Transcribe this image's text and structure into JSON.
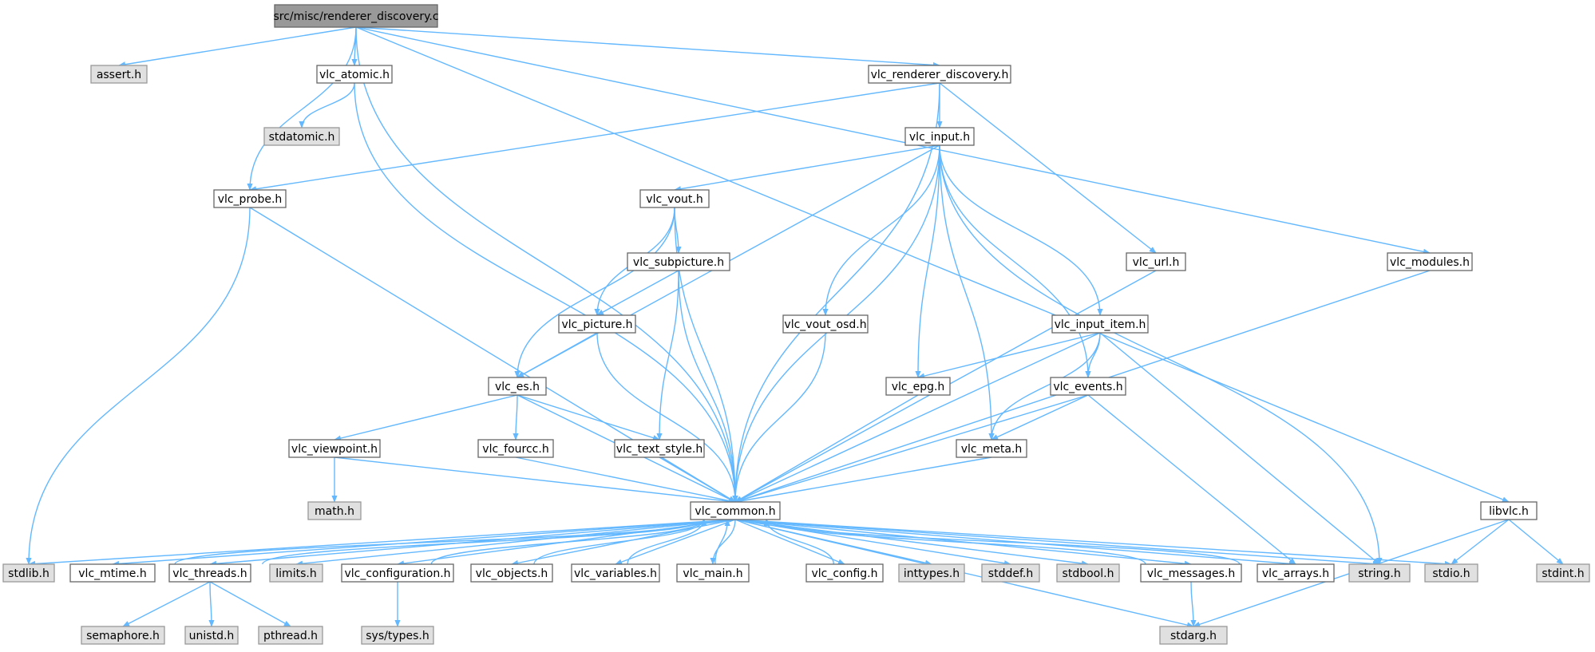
{
  "colors": {
    "edge": "#63b8ff",
    "root_fill": "#999999",
    "root_stroke": "#666666",
    "local_fill": "#ffffff",
    "local_stroke": "#666666",
    "system_fill": "#e0e0e0",
    "system_stroke": "#999999"
  },
  "nodes": [
    {
      "id": "root",
      "label": "src/misc/renderer_discovery.c",
      "kind": "root",
      "interactable": false
    },
    {
      "id": "assert",
      "label": "assert.h",
      "kind": "system"
    },
    {
      "id": "vlc_atomic",
      "label": "vlc_atomic.h",
      "kind": "local"
    },
    {
      "id": "vlc_renderer_discovery",
      "label": "vlc_renderer_discovery.h",
      "kind": "local"
    },
    {
      "id": "stdatomic",
      "label": "stdatomic.h",
      "kind": "system"
    },
    {
      "id": "vlc_input",
      "label": "vlc_input.h",
      "kind": "local"
    },
    {
      "id": "vlc_probe",
      "label": "vlc_probe.h",
      "kind": "local"
    },
    {
      "id": "vlc_vout",
      "label": "vlc_vout.h",
      "kind": "local"
    },
    {
      "id": "vlc_url",
      "label": "vlc_url.h",
      "kind": "local"
    },
    {
      "id": "vlc_modules",
      "label": "vlc_modules.h",
      "kind": "local"
    },
    {
      "id": "vlc_subpicture",
      "label": "vlc_subpicture.h",
      "kind": "local"
    },
    {
      "id": "vlc_picture",
      "label": "vlc_picture.h",
      "kind": "local"
    },
    {
      "id": "vlc_vout_osd",
      "label": "vlc_vout_osd.h",
      "kind": "local"
    },
    {
      "id": "vlc_input_item",
      "label": "vlc_input_item.h",
      "kind": "local"
    },
    {
      "id": "vlc_es",
      "label": "vlc_es.h",
      "kind": "local"
    },
    {
      "id": "vlc_epg",
      "label": "vlc_epg.h",
      "kind": "local"
    },
    {
      "id": "vlc_events",
      "label": "vlc_events.h",
      "kind": "local"
    },
    {
      "id": "vlc_viewpoint",
      "label": "vlc_viewpoint.h",
      "kind": "local"
    },
    {
      "id": "vlc_fourcc",
      "label": "vlc_fourcc.h",
      "kind": "local"
    },
    {
      "id": "vlc_text_style",
      "label": "vlc_text_style.h",
      "kind": "local"
    },
    {
      "id": "vlc_meta",
      "label": "vlc_meta.h",
      "kind": "local"
    },
    {
      "id": "math",
      "label": "math.h",
      "kind": "system"
    },
    {
      "id": "vlc_common",
      "label": "vlc_common.h",
      "kind": "local"
    },
    {
      "id": "libvlc",
      "label": "libvlc.h",
      "kind": "local"
    },
    {
      "id": "stdlib",
      "label": "stdlib.h",
      "kind": "system"
    },
    {
      "id": "vlc_mtime",
      "label": "vlc_mtime.h",
      "kind": "local"
    },
    {
      "id": "vlc_threads",
      "label": "vlc_threads.h",
      "kind": "local"
    },
    {
      "id": "limits",
      "label": "limits.h",
      "kind": "system"
    },
    {
      "id": "vlc_configuration",
      "label": "vlc_configuration.h",
      "kind": "local"
    },
    {
      "id": "vlc_objects",
      "label": "vlc_objects.h",
      "kind": "local"
    },
    {
      "id": "vlc_variables",
      "label": "vlc_variables.h",
      "kind": "local"
    },
    {
      "id": "vlc_main",
      "label": "vlc_main.h",
      "kind": "local"
    },
    {
      "id": "vlc_config",
      "label": "vlc_config.h",
      "kind": "local"
    },
    {
      "id": "inttypes",
      "label": "inttypes.h",
      "kind": "system"
    },
    {
      "id": "stddef",
      "label": "stddef.h",
      "kind": "system"
    },
    {
      "id": "stdbool",
      "label": "stdbool.h",
      "kind": "system"
    },
    {
      "id": "vlc_messages",
      "label": "vlc_messages.h",
      "kind": "local"
    },
    {
      "id": "vlc_arrays",
      "label": "vlc_arrays.h",
      "kind": "local"
    },
    {
      "id": "string",
      "label": "string.h",
      "kind": "system"
    },
    {
      "id": "stdio",
      "label": "stdio.h",
      "kind": "system"
    },
    {
      "id": "stdint",
      "label": "stdint.h",
      "kind": "system"
    },
    {
      "id": "semaphore",
      "label": "semaphore.h",
      "kind": "system"
    },
    {
      "id": "unistd",
      "label": "unistd.h",
      "kind": "system"
    },
    {
      "id": "pthread",
      "label": "pthread.h",
      "kind": "system"
    },
    {
      "id": "sys_types",
      "label": "sys/types.h",
      "kind": "system"
    },
    {
      "id": "stdarg",
      "label": "stdarg.h",
      "kind": "system"
    }
  ],
  "edges": [
    [
      "root",
      "assert"
    ],
    [
      "root",
      "vlc_atomic"
    ],
    [
      "root",
      "vlc_renderer_discovery"
    ],
    [
      "root",
      "vlc_probe"
    ],
    [
      "root",
      "vlc_common"
    ],
    [
      "root",
      "vlc_modules"
    ],
    [
      "root",
      "libvlc"
    ],
    [
      "vlc_atomic",
      "stdatomic"
    ],
    [
      "vlc_atomic",
      "vlc_common"
    ],
    [
      "vlc_renderer_discovery",
      "vlc_input"
    ],
    [
      "vlc_renderer_discovery",
      "vlc_probe"
    ],
    [
      "vlc_renderer_discovery",
      "vlc_url"
    ],
    [
      "vlc_renderer_discovery",
      "vlc_common"
    ],
    [
      "vlc_input",
      "vlc_vout"
    ],
    [
      "vlc_input",
      "vlc_es"
    ],
    [
      "vlc_input",
      "vlc_vout_osd"
    ],
    [
      "vlc_input",
      "vlc_epg"
    ],
    [
      "vlc_input",
      "vlc_meta"
    ],
    [
      "vlc_input",
      "vlc_events"
    ],
    [
      "vlc_input",
      "vlc_input_item"
    ],
    [
      "vlc_input",
      "string"
    ],
    [
      "vlc_input",
      "vlc_common"
    ],
    [
      "vlc_probe",
      "stdlib"
    ],
    [
      "vlc_probe",
      "vlc_common"
    ],
    [
      "vlc_vout",
      "vlc_subpicture"
    ],
    [
      "vlc_vout",
      "vlc_picture"
    ],
    [
      "vlc_vout",
      "vlc_es"
    ],
    [
      "vlc_vout",
      "vlc_common"
    ],
    [
      "vlc_subpicture",
      "vlc_picture"
    ],
    [
      "vlc_subpicture",
      "vlc_text_style"
    ],
    [
      "vlc_subpicture",
      "vlc_common"
    ],
    [
      "vlc_picture",
      "vlc_es"
    ],
    [
      "vlc_picture",
      "vlc_common"
    ],
    [
      "vlc_vout_osd",
      "vlc_common"
    ],
    [
      "vlc_url",
      "vlc_common"
    ],
    [
      "vlc_modules",
      "vlc_common"
    ],
    [
      "vlc_input_item",
      "vlc_epg"
    ],
    [
      "vlc_input_item",
      "vlc_events"
    ],
    [
      "vlc_input_item",
      "vlc_meta"
    ],
    [
      "vlc_input_item",
      "string"
    ],
    [
      "vlc_input_item",
      "vlc_common"
    ],
    [
      "vlc_es",
      "vlc_viewpoint"
    ],
    [
      "vlc_es",
      "vlc_fourcc"
    ],
    [
      "vlc_es",
      "vlc_text_style"
    ],
    [
      "vlc_es",
      "vlc_common"
    ],
    [
      "vlc_epg",
      "vlc_common"
    ],
    [
      "vlc_events",
      "vlc_meta"
    ],
    [
      "vlc_events",
      "vlc_arrays"
    ],
    [
      "vlc_events",
      "vlc_common"
    ],
    [
      "vlc_viewpoint",
      "math"
    ],
    [
      "vlc_viewpoint",
      "vlc_common"
    ],
    [
      "vlc_fourcc",
      "vlc_common"
    ],
    [
      "vlc_text_style",
      "vlc_common"
    ],
    [
      "vlc_meta",
      "vlc_common"
    ],
    [
      "vlc_common",
      "stdlib"
    ],
    [
      "vlc_common",
      "vlc_mtime"
    ],
    [
      "vlc_common",
      "vlc_threads"
    ],
    [
      "vlc_common",
      "limits"
    ],
    [
      "vlc_common",
      "vlc_configuration"
    ],
    [
      "vlc_common",
      "vlc_objects"
    ],
    [
      "vlc_common",
      "vlc_variables"
    ],
    [
      "vlc_common",
      "vlc_main"
    ],
    [
      "vlc_common",
      "vlc_config"
    ],
    [
      "vlc_common",
      "inttypes"
    ],
    [
      "vlc_common",
      "stddef"
    ],
    [
      "vlc_common",
      "stdbool"
    ],
    [
      "vlc_common",
      "vlc_messages"
    ],
    [
      "vlc_common",
      "vlc_arrays"
    ],
    [
      "vlc_common",
      "string"
    ],
    [
      "vlc_common",
      "stdio"
    ],
    [
      "vlc_common",
      "stdarg"
    ],
    [
      "vlc_mtime",
      "vlc_common"
    ],
    [
      "vlc_threads",
      "vlc_common"
    ],
    [
      "vlc_configuration",
      "vlc_common"
    ],
    [
      "vlc_objects",
      "vlc_common"
    ],
    [
      "vlc_variables",
      "vlc_common"
    ],
    [
      "vlc_main",
      "vlc_common"
    ],
    [
      "vlc_config",
      "vlc_common"
    ],
    [
      "vlc_messages",
      "vlc_common"
    ],
    [
      "vlc_arrays",
      "vlc_common"
    ],
    [
      "vlc_threads",
      "semaphore"
    ],
    [
      "vlc_threads",
      "unistd"
    ],
    [
      "vlc_threads",
      "pthread"
    ],
    [
      "vlc_configuration",
      "sys_types"
    ],
    [
      "vlc_messages",
      "stdarg"
    ],
    [
      "libvlc",
      "stdio"
    ],
    [
      "libvlc",
      "stdint"
    ],
    [
      "libvlc",
      "stdarg"
    ]
  ]
}
